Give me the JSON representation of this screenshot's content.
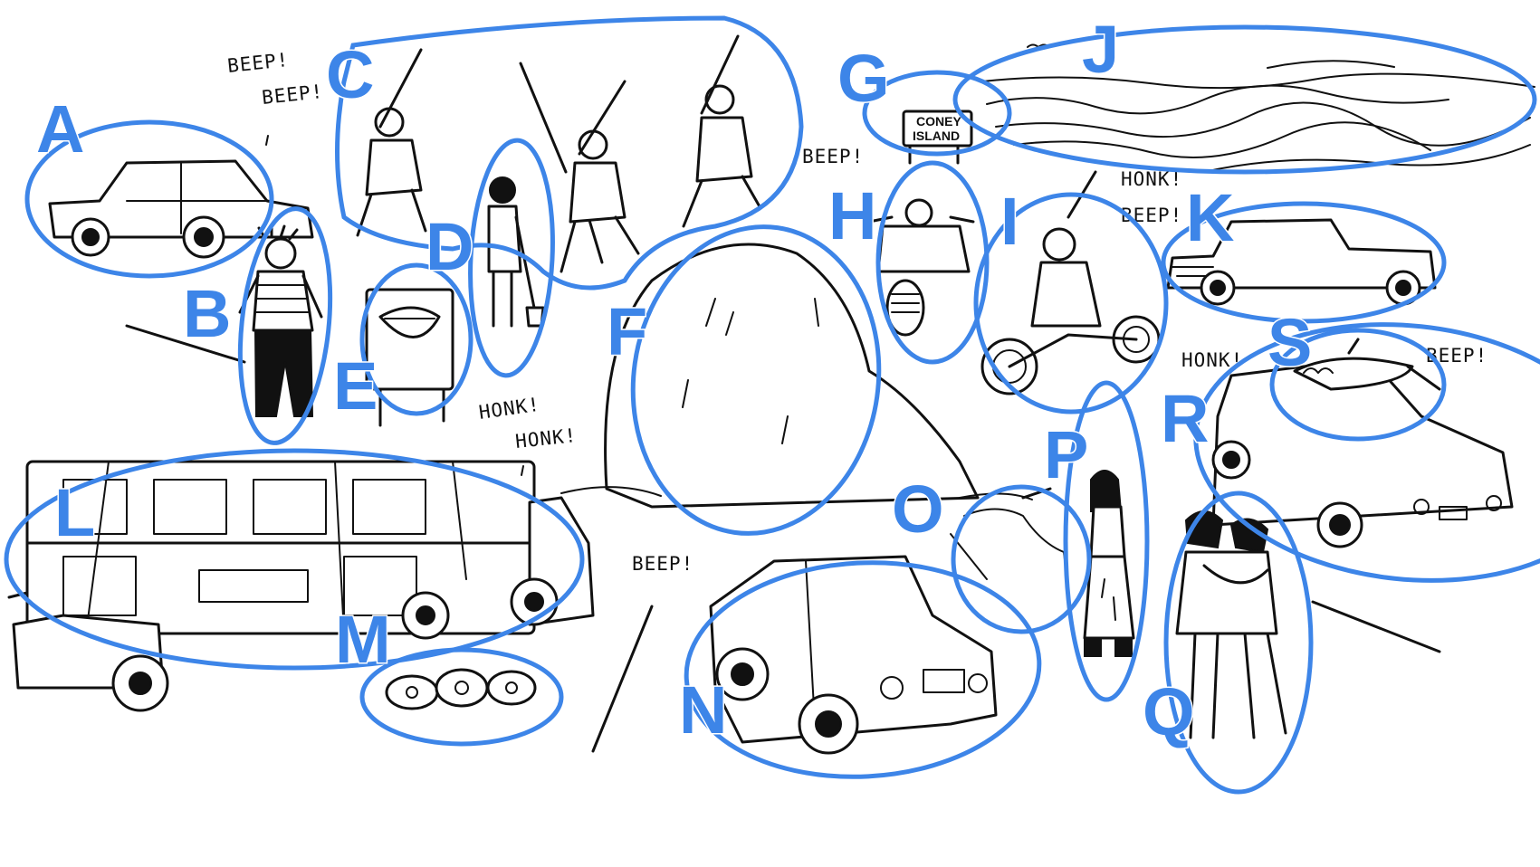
{
  "ring_color": "#3d85e8",
  "letter_color": "#3d85e8",
  "labels": {
    "A": "A",
    "B": "B",
    "C": "C",
    "D": "D",
    "E": "E",
    "F": "F",
    "G": "G",
    "H": "H",
    "I": "I",
    "J": "J",
    "K": "K",
    "L": "L",
    "M": "M",
    "N": "N",
    "O": "O",
    "P": "P",
    "Q": "Q",
    "R": "R",
    "S": "S"
  },
  "sounds": {
    "beep_a1": "BEEP!",
    "beep_a2": "BEEP!",
    "beep_h": "BEEP!",
    "honk_i": "HONK!",
    "beep_k": "BEEP!",
    "honk_l1": "HONK!",
    "honk_l2": "HONK!",
    "beep_n": "BEEP!",
    "honk_r": "HONK!",
    "beep_r": "BEEP!"
  },
  "sign": {
    "line1": "CONEY",
    "line2": "ISLAND"
  }
}
